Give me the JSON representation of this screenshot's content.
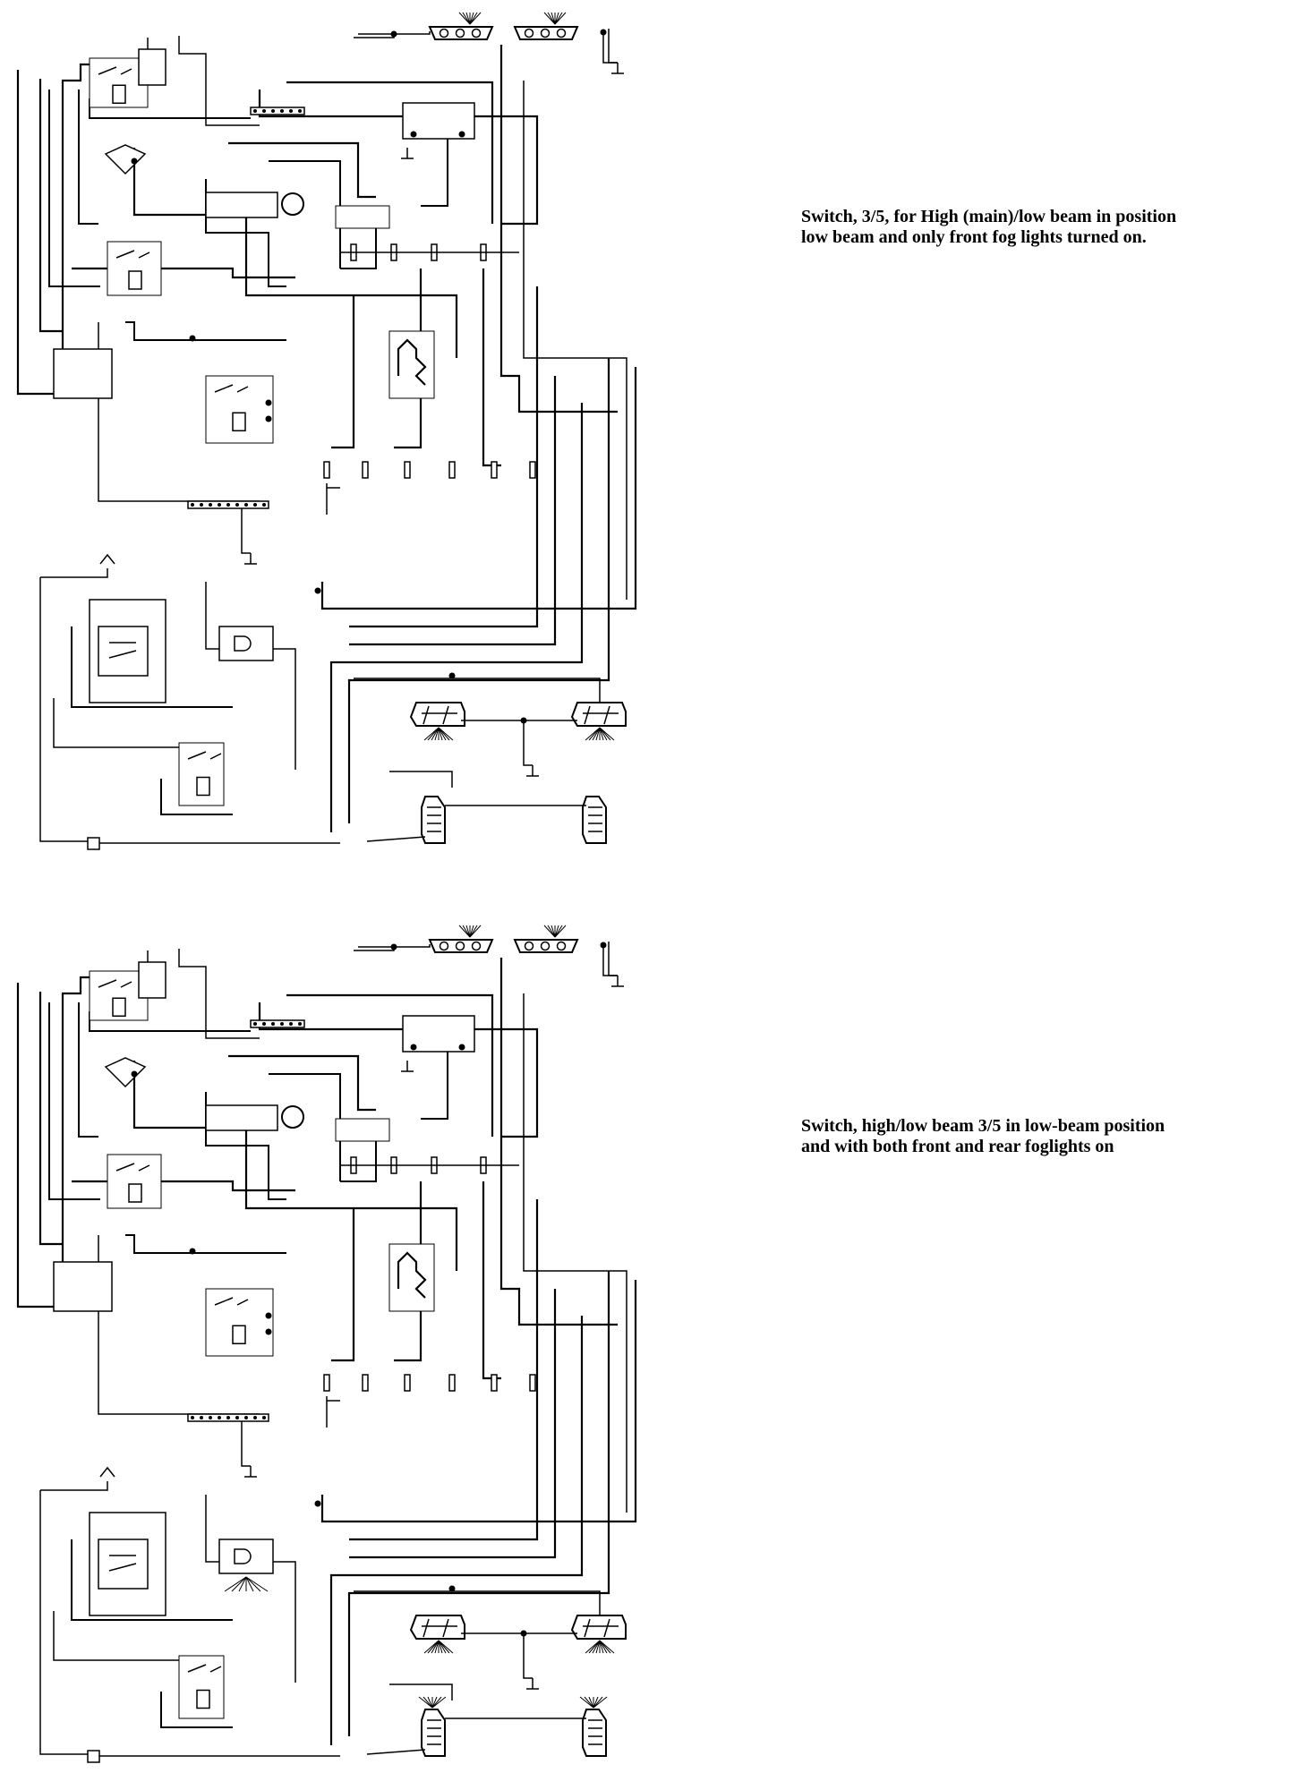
{
  "captions": {
    "top": {
      "line1": "Switch, 3/5, for High (main)/low beam in position",
      "line2": "low beam and only front fog lights turned on."
    },
    "bottom": {
      "line1": "Switch, high/low beam 3/5 in low-beam position",
      "line2": "and with both front and rear foglights on"
    }
  },
  "diagrams": {
    "top": {
      "rear_foglights_lit": false,
      "rear_fog_indicator_lit": false
    },
    "bottom": {
      "rear_foglights_lit": true,
      "rear_fog_indicator_lit": true
    }
  }
}
